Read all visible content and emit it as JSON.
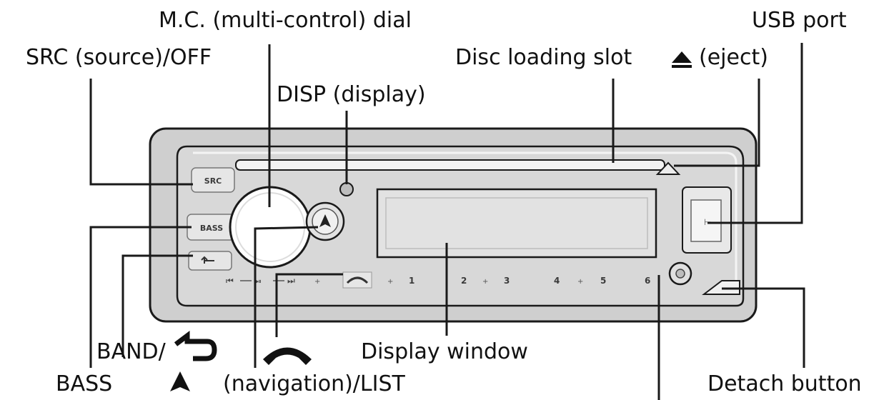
{
  "callouts": {
    "mc_dial": "M.C. (multi-control) dial",
    "usb_port": "USB port",
    "src_off": "SRC (source)/OFF",
    "disc_slot": "Disc loading slot",
    "eject": "(eject)",
    "disp": "DISP (display)",
    "band": "BAND/",
    "bass": "BASS",
    "navigation": "(navigation)/LIST",
    "display_window": "Display window",
    "detach": "Detach button"
  },
  "panel": {
    "src_label": "SRC",
    "bass_label": "BASS",
    "preset_1": "1",
    "preset_2": "2",
    "preset_3": "3",
    "preset_4": "4",
    "preset_5": "5",
    "preset_6": "6"
  },
  "colors": {
    "panel_fill": "#d8d8d8",
    "bezel": "#cfcfcf",
    "line": "#1a1a1a",
    "display_window": "#e2e2e2"
  },
  "icons": {
    "eject": "eject-icon",
    "back": "back-arrow-icon",
    "phone": "phone-icon",
    "nav": "navigation-arrow-icon"
  }
}
